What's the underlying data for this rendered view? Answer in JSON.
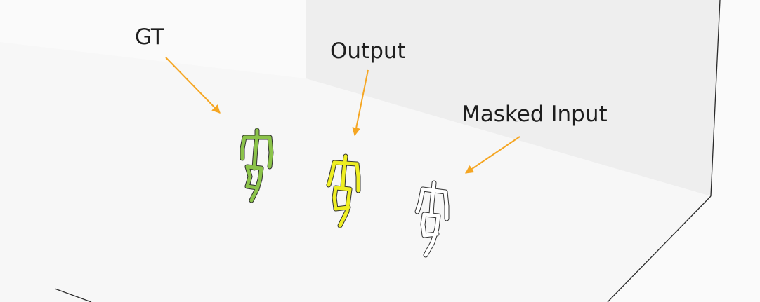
{
  "labels": {
    "gt": "GT",
    "output": "Output",
    "masked_input": "Masked Input"
  },
  "colors": {
    "background": "#fafafa",
    "back_wall": "#eeeeee",
    "floor": "#f7f7f7",
    "axis_line": "#2a2a2a",
    "arrow": "#f5a623",
    "gt_figure": "#8bc34a",
    "output_figure": "#eeee22",
    "masked_figure": "#ffffff",
    "bone_outline": "#333333"
  }
}
